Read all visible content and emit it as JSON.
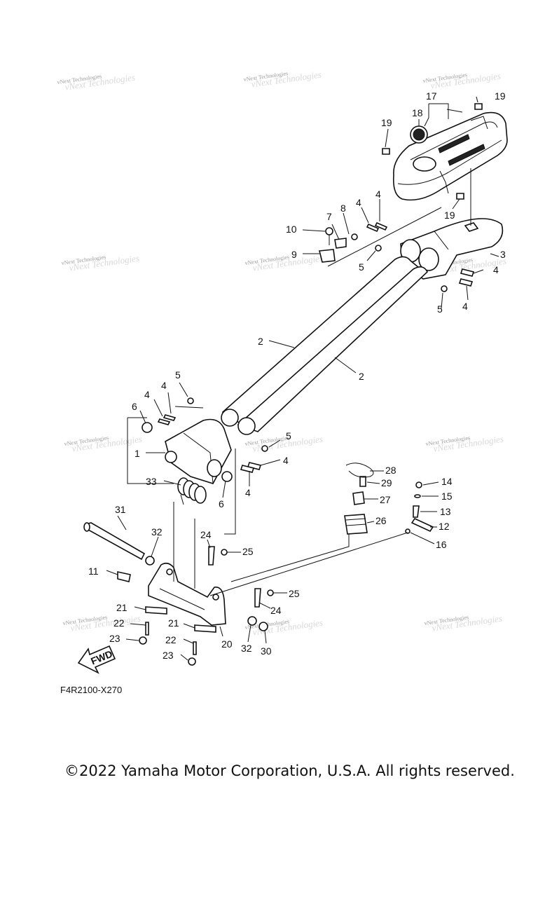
{
  "diagram": {
    "drawing_code": "F4R2100-X270",
    "copyright": "©2022 Yamaha Motor Corporation, U.S.A. All rights reserved.",
    "fwd_label": "FWD",
    "watermark_text": "vNext Technologies",
    "callouts": [
      {
        "id": "c1",
        "label": "1"
      },
      {
        "id": "c2a",
        "label": "2"
      },
      {
        "id": "c2b",
        "label": "2"
      },
      {
        "id": "c3",
        "label": "3"
      },
      {
        "id": "c4a",
        "label": "4"
      },
      {
        "id": "c4b",
        "label": "4"
      },
      {
        "id": "c4c",
        "label": "4"
      },
      {
        "id": "c4d",
        "label": "4"
      },
      {
        "id": "c4e",
        "label": "4"
      },
      {
        "id": "c4f",
        "label": "4"
      },
      {
        "id": "c4g",
        "label": "4"
      },
      {
        "id": "c4h",
        "label": "4"
      },
      {
        "id": "c5a",
        "label": "5"
      },
      {
        "id": "c5b",
        "label": "5"
      },
      {
        "id": "c5c",
        "label": "5"
      },
      {
        "id": "c5d",
        "label": "5"
      },
      {
        "id": "c6a",
        "label": "6"
      },
      {
        "id": "c6b",
        "label": "6"
      },
      {
        "id": "c7",
        "label": "7"
      },
      {
        "id": "c8",
        "label": "8"
      },
      {
        "id": "c9",
        "label": "9"
      },
      {
        "id": "c10",
        "label": "10"
      },
      {
        "id": "c11",
        "label": "11"
      },
      {
        "id": "c12",
        "label": "12"
      },
      {
        "id": "c13",
        "label": "13"
      },
      {
        "id": "c14",
        "label": "14"
      },
      {
        "id": "c15",
        "label": "15"
      },
      {
        "id": "c16",
        "label": "16"
      },
      {
        "id": "c17",
        "label": "17"
      },
      {
        "id": "c18",
        "label": "18"
      },
      {
        "id": "c19a",
        "label": "19"
      },
      {
        "id": "c19b",
        "label": "19"
      },
      {
        "id": "c19c",
        "label": "19"
      },
      {
        "id": "c20",
        "label": "20"
      },
      {
        "id": "c21a",
        "label": "21"
      },
      {
        "id": "c21b",
        "label": "21"
      },
      {
        "id": "c22a",
        "label": "22"
      },
      {
        "id": "c22b",
        "label": "22"
      },
      {
        "id": "c23a",
        "label": "23"
      },
      {
        "id": "c23b",
        "label": "23"
      },
      {
        "id": "c24a",
        "label": "24"
      },
      {
        "id": "c24b",
        "label": "24"
      },
      {
        "id": "c25a",
        "label": "25"
      },
      {
        "id": "c25b",
        "label": "25"
      },
      {
        "id": "c26",
        "label": "26"
      },
      {
        "id": "c27",
        "label": "27"
      },
      {
        "id": "c28",
        "label": "28"
      },
      {
        "id": "c29",
        "label": "29"
      },
      {
        "id": "c30",
        "label": "30"
      },
      {
        "id": "c31",
        "label": "31"
      },
      {
        "id": "c32a",
        "label": "32"
      },
      {
        "id": "c32b",
        "label": "32"
      },
      {
        "id": "c33",
        "label": "33"
      }
    ]
  }
}
